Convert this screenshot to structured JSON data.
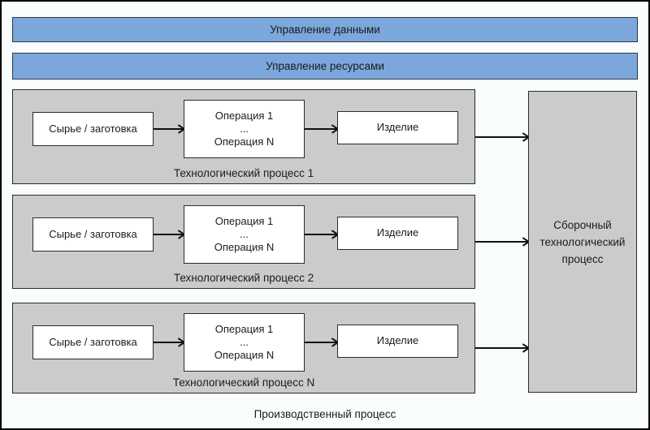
{
  "management_bars": [
    {
      "label": "Управление данными"
    },
    {
      "label": "Управление ресурсами"
    }
  ],
  "process_rows": [
    {
      "source": "Сырье / заготовка",
      "operations": [
        "Операция 1",
        "...",
        "Операция N"
      ],
      "product": "Изделие",
      "caption": "Технологический процесс 1"
    },
    {
      "source": "Сырье / заготовка",
      "operations": [
        "Операция 1",
        "...",
        "Операция N"
      ],
      "product": "Изделие",
      "caption": "Технологический процесс 2"
    },
    {
      "source": "Сырье / заготовка",
      "operations": [
        "Операция 1",
        "...",
        "Операция N"
      ],
      "product": "Изделие",
      "caption": "Технологический процесс N"
    }
  ],
  "assembly_box": {
    "lines": [
      "Сборочный",
      "технологический",
      "процесс"
    ]
  },
  "bottom_caption": "Производственный процесс",
  "colors": {
    "page_bg": "#fafdfd",
    "frame_border": "#000000",
    "bar_fill": "#7ba7dc",
    "bar_border": "#2c3947",
    "panel_fill": "#cbcbcb",
    "panel_border": "#2b2b2b",
    "box_fill": "#ffffff",
    "box_border": "#2b2b2b",
    "arrow": "#111111",
    "text": "#1b1b1b"
  }
}
